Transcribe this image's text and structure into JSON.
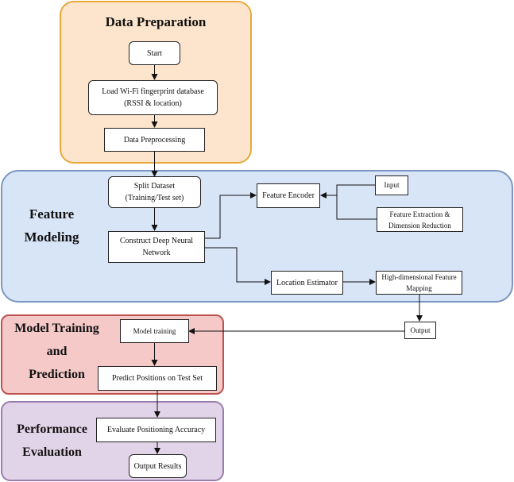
{
  "sections": {
    "data_preparation": "Data Preparation",
    "feature_modeling": [
      "Feature",
      "Modeling"
    ],
    "model_training": [
      "Model Training",
      "and",
      "Prediction"
    ],
    "performance_evaluation": [
      "Performance",
      "Evaluation"
    ]
  },
  "nodes": {
    "start": "Start",
    "load_db": [
      "Load Wi-Fi fingerprint database",
      "(RSSI & location)"
    ],
    "preprocessing": "Data Preprocessing",
    "split_dataset": [
      "Split Dataset",
      "(Training/Test set)"
    ],
    "construct_dnn": [
      "Construct Deep Neural",
      "Network"
    ],
    "feature_encoder": "Feature Encoder",
    "input": "Input",
    "feature_extraction": [
      "Feature Extraction &",
      "Dimension Reduction"
    ],
    "location_estimator": "Location Estimator",
    "hd_mapping": [
      "High-dimensional Feature",
      "Mapping"
    ],
    "output": "Output",
    "model_training": "Model training",
    "predict_positions": "Predict Positions on Test Set",
    "evaluate_accuracy": "Evaluate Positioning Accuracy",
    "output_results": "Output Results"
  }
}
